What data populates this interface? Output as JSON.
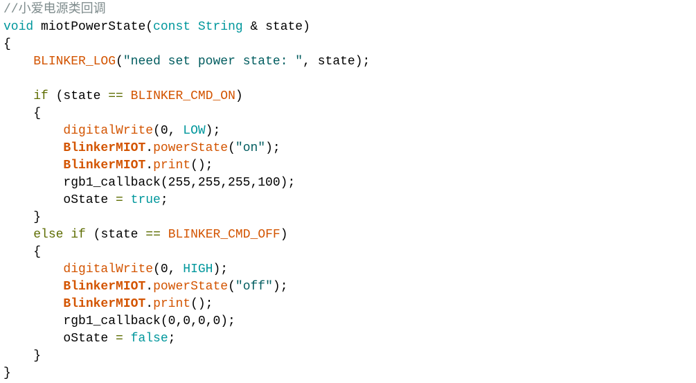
{
  "editor": {
    "background": "#ffffff",
    "colors": {
      "default": "#000000",
      "comment": "#7f8c8d",
      "keyword": "#00979c",
      "string": "#005c5f",
      "function": "#d35400",
      "operator": "#5e6d03"
    },
    "lines": [
      [
        {
          "t": "//小爱电源类回调",
          "c": "comment"
        }
      ],
      [
        {
          "t": "void",
          "c": "keyword"
        },
        {
          "t": " miotPowerState(",
          "c": "default"
        },
        {
          "t": "const",
          "c": "keyword"
        },
        {
          "t": " ",
          "c": "default"
        },
        {
          "t": "String",
          "c": "keyword"
        },
        {
          "t": " & state)",
          "c": "default"
        }
      ],
      [
        {
          "t": "{",
          "c": "default"
        }
      ],
      [
        {
          "t": "    ",
          "c": "default"
        },
        {
          "t": "BLINKER_LOG",
          "c": "function"
        },
        {
          "t": "(",
          "c": "default"
        },
        {
          "t": "\"need set power state: \"",
          "c": "string"
        },
        {
          "t": ", state);",
          "c": "default"
        }
      ],
      [],
      [
        {
          "t": "    ",
          "c": "default"
        },
        {
          "t": "if",
          "c": "operator"
        },
        {
          "t": " (state ",
          "c": "default"
        },
        {
          "t": "==",
          "c": "operator"
        },
        {
          "t": " ",
          "c": "default"
        },
        {
          "t": "BLINKER_CMD_ON",
          "c": "function"
        },
        {
          "t": ")",
          "c": "default"
        }
      ],
      [
        {
          "t": "    {",
          "c": "default"
        }
      ],
      [
        {
          "t": "        ",
          "c": "default"
        },
        {
          "t": "digitalWrite",
          "c": "function"
        },
        {
          "t": "(0, ",
          "c": "default"
        },
        {
          "t": "LOW",
          "c": "keyword"
        },
        {
          "t": ");",
          "c": "default"
        }
      ],
      [
        {
          "t": "        ",
          "c": "default"
        },
        {
          "t": "BlinkerMIOT",
          "c": "function",
          "b": true
        },
        {
          "t": ".",
          "c": "default"
        },
        {
          "t": "powerState",
          "c": "function"
        },
        {
          "t": "(",
          "c": "default"
        },
        {
          "t": "\"on\"",
          "c": "string"
        },
        {
          "t": ");",
          "c": "default"
        }
      ],
      [
        {
          "t": "        ",
          "c": "default"
        },
        {
          "t": "BlinkerMIOT",
          "c": "function",
          "b": true
        },
        {
          "t": ".",
          "c": "default"
        },
        {
          "t": "print",
          "c": "function"
        },
        {
          "t": "();",
          "c": "default"
        }
      ],
      [
        {
          "t": "        rgb1_callback(255,255,255,100);",
          "c": "default"
        }
      ],
      [
        {
          "t": "        oState ",
          "c": "default"
        },
        {
          "t": "=",
          "c": "operator"
        },
        {
          "t": " ",
          "c": "default"
        },
        {
          "t": "true",
          "c": "keyword"
        },
        {
          "t": ";",
          "c": "default"
        }
      ],
      [
        {
          "t": "    }",
          "c": "default"
        }
      ],
      [
        {
          "t": "    ",
          "c": "default"
        },
        {
          "t": "else",
          "c": "operator"
        },
        {
          "t": " ",
          "c": "default"
        },
        {
          "t": "if",
          "c": "operator"
        },
        {
          "t": " (state ",
          "c": "default"
        },
        {
          "t": "==",
          "c": "operator"
        },
        {
          "t": " ",
          "c": "default"
        },
        {
          "t": "BLINKER_CMD_OFF",
          "c": "function"
        },
        {
          "t": ")",
          "c": "default"
        }
      ],
      [
        {
          "t": "    {",
          "c": "default"
        }
      ],
      [
        {
          "t": "        ",
          "c": "default"
        },
        {
          "t": "digitalWrite",
          "c": "function"
        },
        {
          "t": "(0, ",
          "c": "default"
        },
        {
          "t": "HIGH",
          "c": "keyword"
        },
        {
          "t": ");",
          "c": "default"
        }
      ],
      [
        {
          "t": "        ",
          "c": "default"
        },
        {
          "t": "BlinkerMIOT",
          "c": "function",
          "b": true
        },
        {
          "t": ".",
          "c": "default"
        },
        {
          "t": "powerState",
          "c": "function"
        },
        {
          "t": "(",
          "c": "default"
        },
        {
          "t": "\"off\"",
          "c": "string"
        },
        {
          "t": ");",
          "c": "default"
        }
      ],
      [
        {
          "t": "        ",
          "c": "default"
        },
        {
          "t": "BlinkerMIOT",
          "c": "function",
          "b": true
        },
        {
          "t": ".",
          "c": "default"
        },
        {
          "t": "print",
          "c": "function"
        },
        {
          "t": "();",
          "c": "default"
        }
      ],
      [
        {
          "t": "        rgb1_callback(0,0,0,0);",
          "c": "default"
        }
      ],
      [
        {
          "t": "        oState ",
          "c": "default"
        },
        {
          "t": "=",
          "c": "operator"
        },
        {
          "t": " ",
          "c": "default"
        },
        {
          "t": "false",
          "c": "keyword"
        },
        {
          "t": ";",
          "c": "default"
        }
      ],
      [
        {
          "t": "    }",
          "c": "default"
        }
      ],
      [
        {
          "t": "}",
          "c": "default"
        }
      ]
    ]
  }
}
